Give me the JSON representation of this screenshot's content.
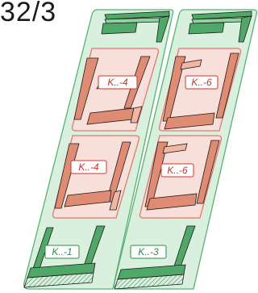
{
  "figure_number": "32/3",
  "colors": {
    "column_fill": "#daf0df",
    "column_stroke": "#57b36e",
    "panel_fill": "#f9dfd9",
    "panel_stroke": "#e07a6c",
    "label_text_red": "#d0342c",
    "label_text_green": "#2d8f46",
    "flashing_green": "#4fa867",
    "flashing_red": "#e08c75",
    "outline": "#1a1a1a"
  },
  "diagram": {
    "columns": [
      {
        "name": "left-column",
        "panels": [
          {
            "label": "K..-4",
            "kind": "red"
          },
          {
            "label": "K..-4",
            "kind": "red"
          },
          {
            "label": "K..-1",
            "kind": "green"
          }
        ]
      },
      {
        "name": "right-column",
        "panels": [
          {
            "label": "K..-6",
            "kind": "red"
          },
          {
            "label": "K..-6",
            "kind": "red"
          },
          {
            "label": "K..-3",
            "kind": "green"
          }
        ]
      }
    ]
  }
}
